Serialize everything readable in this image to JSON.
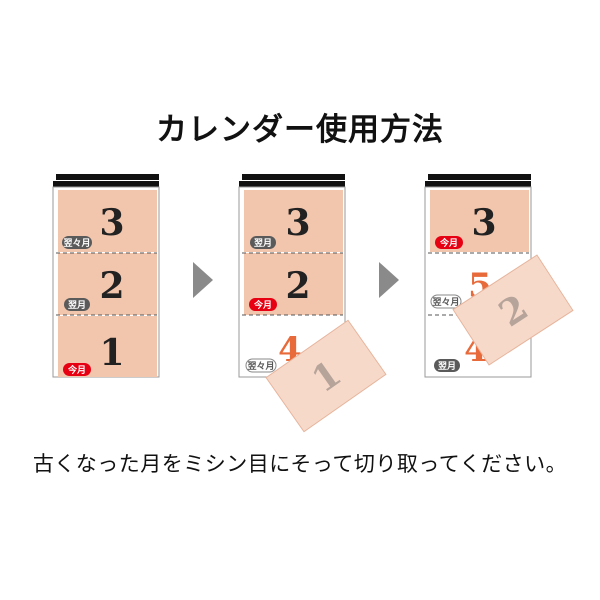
{
  "title": "カレンダー使用方法",
  "caption": "古くなった月をミシン目にそって切り取ってください。",
  "colors": {
    "page_fill": "#f2c5ad",
    "page_fill_torn": "#f7d9ca",
    "badge_gray": "#5a5a5a",
    "badge_red": "#e60012",
    "numeral_dark": "#222222",
    "numeral_orange": "#e86a3a",
    "outline": "#9a9a9a",
    "arrow_gray": "#8a8a8a",
    "binder_black": "#111111"
  },
  "steps": [
    {
      "pages": [
        {
          "number": "3",
          "badge": "翌々月"
        },
        {
          "number": "2",
          "badge": "翌月"
        },
        {
          "number": "1",
          "badge": "今月"
        }
      ]
    },
    {
      "pages": [
        {
          "number": "3",
          "badge": "翌月"
        },
        {
          "number": "2",
          "badge": "今月"
        },
        {
          "number": "4",
          "badge": "翌々月"
        }
      ],
      "torn_number": "1"
    },
    {
      "pages": [
        {
          "number": "3",
          "badge": "今月"
        },
        {
          "number": "5",
          "badge": "翌々月"
        },
        {
          "number": "4",
          "badge": "翌月"
        }
      ],
      "torn_number": "2"
    }
  ]
}
